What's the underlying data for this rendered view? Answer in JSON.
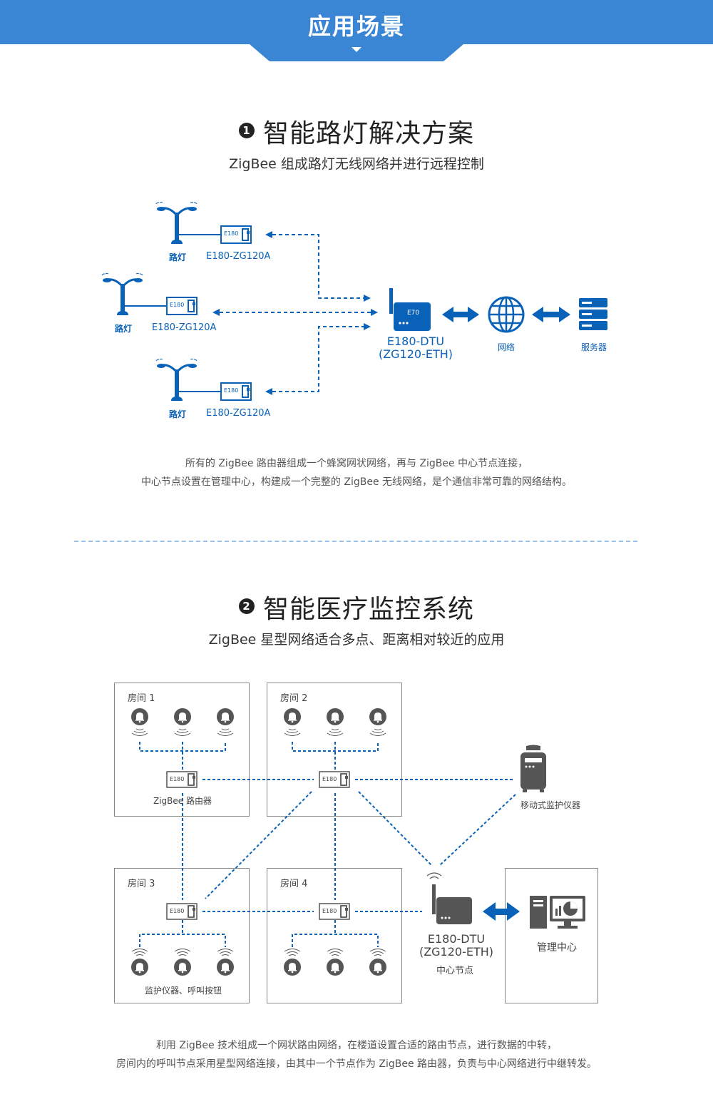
{
  "banner": {
    "title": "应用场景",
    "color": "#3a86d4"
  },
  "section1": {
    "number": "1",
    "title": "智能路灯解决方案",
    "subtitle": "ZigBee 组成路灯无线网络并进行远程控制",
    "streetlight_label": "路灯",
    "module_label": "E180-ZG120A",
    "module_chip": "E180",
    "dtu_chip": "E70",
    "dtu_label_line1": "E180-DTU",
    "dtu_label_line2": "(ZG120-ETH)",
    "network_label": "网络",
    "server_label": "服务器",
    "para_line1": "所有的 ZigBee 路由器组成一个蜂窝网状网络，再与 ZigBee 中心节点连接，",
    "para_line2": "中心节点设置在管理中心，构建成一个完整的 ZigBee 无线网络，是个通信非常可靠的网络结构。"
  },
  "section2": {
    "number": "2",
    "title": "智能医疗监控系统",
    "subtitle": "ZigBee 星型网络适合多点、距离相对较近的应用",
    "rooms": [
      "房间 1",
      "房间 2",
      "房间 3",
      "房间 4"
    ],
    "router_chip": "E180",
    "router_label": "ZigBee 路由器",
    "devices_label": "监护仪器、呼叫按钮",
    "mobile_label": "移动式监护仪器",
    "dtu_label_line1": "E180-DTU",
    "dtu_label_line2": "(ZG120-ETH)",
    "center_node_label": "中心节点",
    "management_label": "管理中心",
    "para_line1": "利用 ZigBee 技术组成一个网状路由网络，在楼道设置合适的路由节点，进行数据的中转，",
    "para_line2": "房间内的呼叫节点采用星型网络连接，由其中一个节点作为 ZigBee 路由器，负责与中心网络进行中继转发。"
  },
  "colors": {
    "blue": "#0a62b8",
    "gray": "#555555",
    "divider": "#9cc3e6"
  }
}
